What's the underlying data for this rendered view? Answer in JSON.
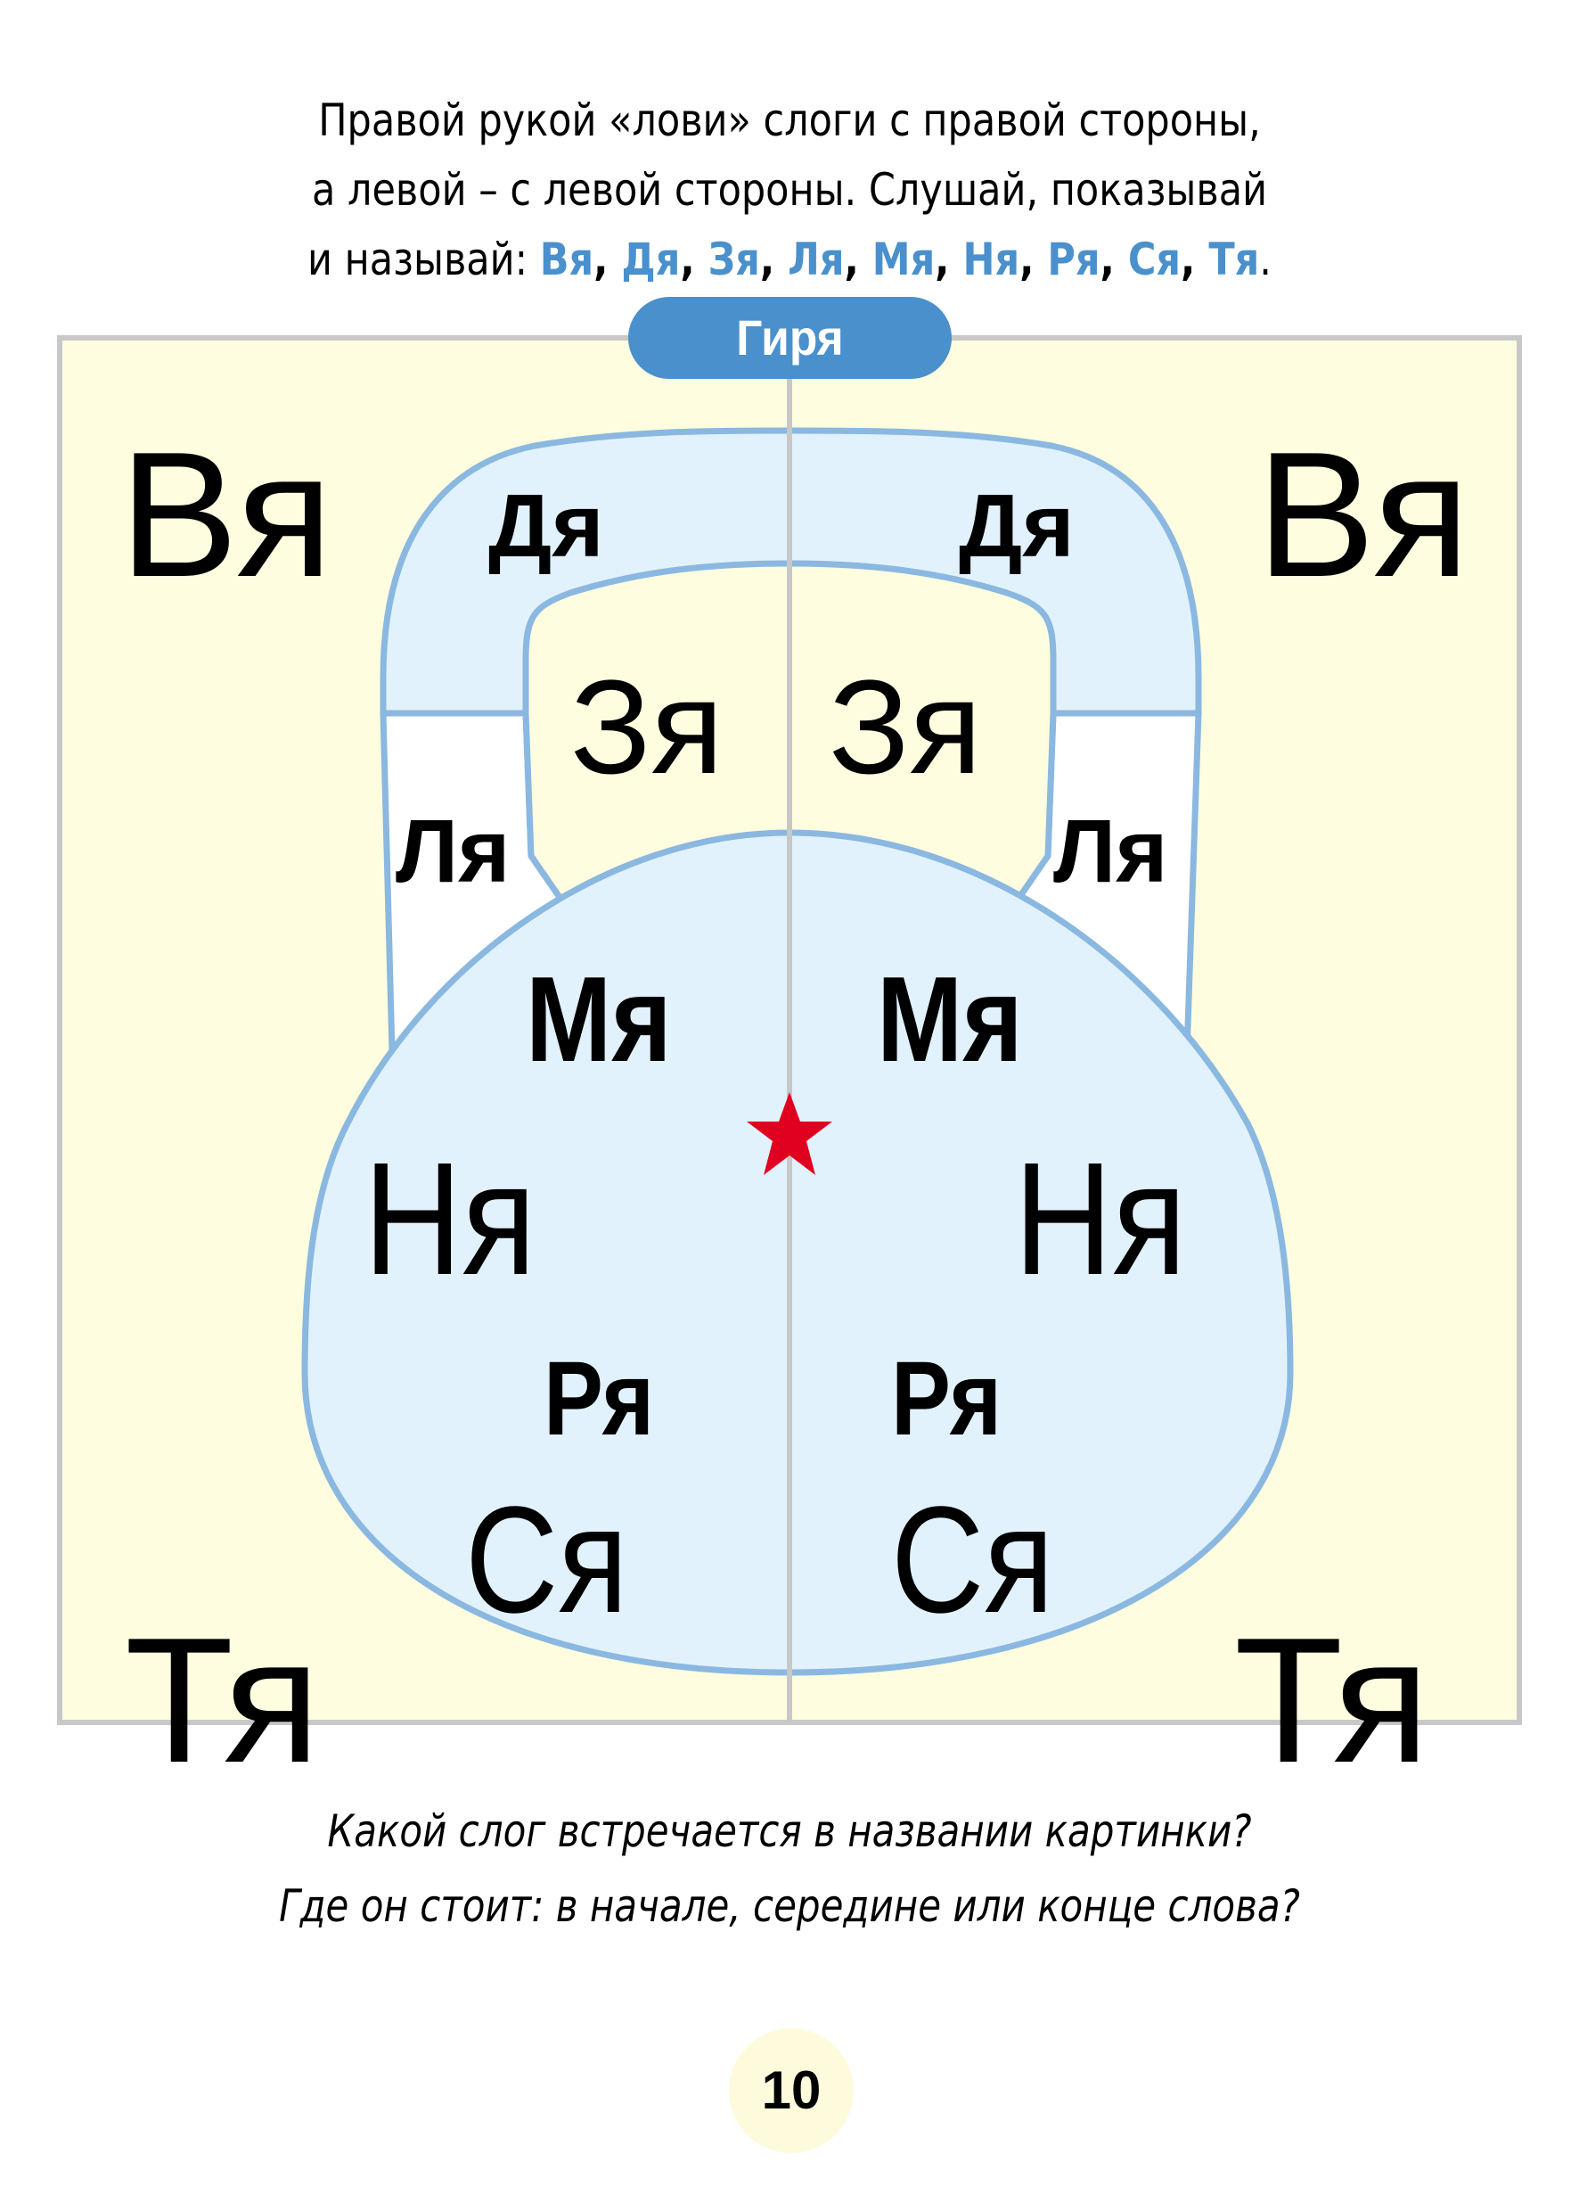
{
  "instruction": {
    "line1": "Правой рукой «лови» слоги с правой стороны,",
    "line2": "а левой – с левой стороны. Слушай, показывай",
    "line3_prefix": "и называй: ",
    "syllables": [
      "Вя",
      "Дя",
      "Зя",
      "Ля",
      "Мя",
      "Ня",
      "Ря",
      "Ся",
      "Тя"
    ],
    "separator": ", ",
    "end": "."
  },
  "picture": {
    "label": "Гиря",
    "colors": {
      "frame_fill": "#fffde0",
      "frame_border": "#c8c8c8",
      "shape_fill": "#e2f2fd",
      "shape_stroke": "#8ab8e0",
      "handle_gap_fill": "#ffffff",
      "label_bg": "#4a90cc",
      "star": "#e0001f",
      "syllable_accent": "#4a90cc"
    },
    "left": {
      "vya": "Вя",
      "dya": "Дя",
      "zya": "Зя",
      "lya": "Ля",
      "mya": "Мя",
      "nya": "Ня",
      "rya": "Ря",
      "sya": "Ся",
      "tya": "Тя"
    },
    "right": {
      "vya": "Вя",
      "dya": "Дя",
      "zya": "Зя",
      "lya": "Ля",
      "mya": "Мя",
      "nya": "Ня",
      "rya": "Ря",
      "sya": "Ся",
      "tya": "Тя"
    },
    "center_marker": "star-icon"
  },
  "questions": {
    "line1": "Какой слог встречается в названии картинки?",
    "line2": "Где он стоит: в начале, середине или конце слова?"
  },
  "page_number": "10"
}
